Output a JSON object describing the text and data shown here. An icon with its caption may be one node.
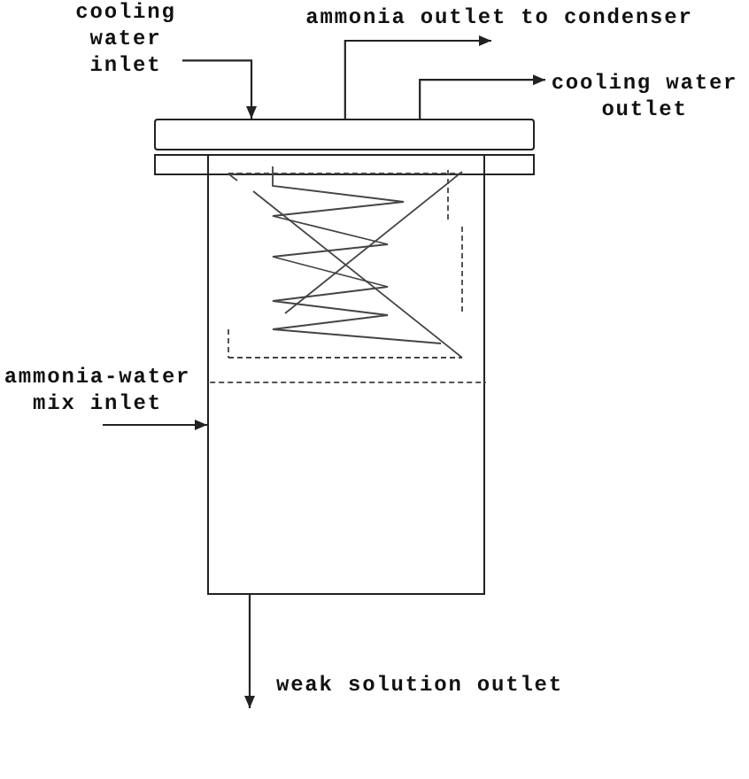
{
  "diagram": {
    "nodes": [
      {
        "text": [
          "cooling water inlet"
        ]
      },
      {
        "text": [
          "ammonia outlet to condenser"
        ]
      },
      {
        "text": [
          "cooling water outlet"
        ]
      },
      {
        "text": [],
        "shape": "bar"
      },
      {
        "text": [],
        "shape": "box"
      },
      {
        "text": [
          "ammonia-water mix inlet"
        ]
      },
      {
        "text": [
          "weak solution outlet"
        ]
      }
    ],
    "edges": [
      {
        "from": 0,
        "to": 3,
        "arrow": "to"
      },
      {
        "from": 3,
        "to": 1,
        "arrow": "to"
      },
      {
        "from": 3,
        "to": 2,
        "arrow": "to"
      },
      {
        "from": 5,
        "to": 4,
        "arrow": "to"
      },
      {
        "from": 4,
        "to": 6,
        "arrow": "to"
      }
    ]
  }
}
